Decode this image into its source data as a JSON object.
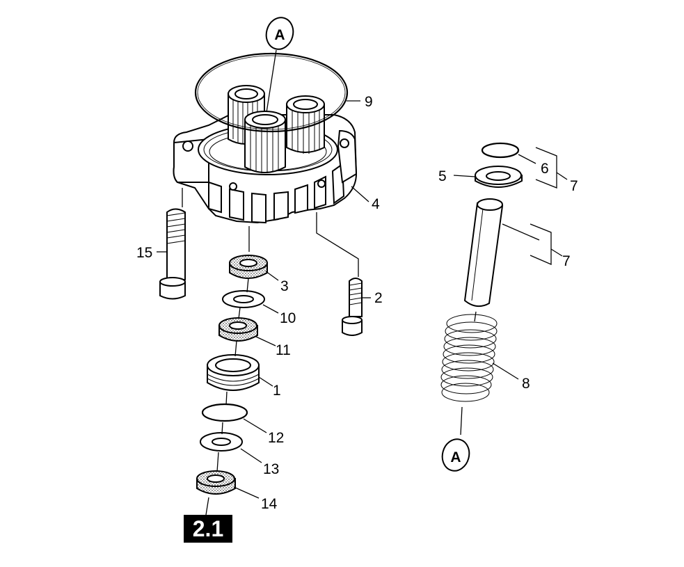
{
  "section_badge": "2.1",
  "marker_letter": "A",
  "labels": {
    "p1": "1",
    "p2": "2",
    "p3": "3",
    "p4": "4",
    "p5": "5",
    "p6": "6",
    "p7a": "7",
    "p7b": "7",
    "p8": "8",
    "p9": "9",
    "p10": "10",
    "p11": "11",
    "p12": "12",
    "p13": "13",
    "p14": "14",
    "p15": "15"
  }
}
